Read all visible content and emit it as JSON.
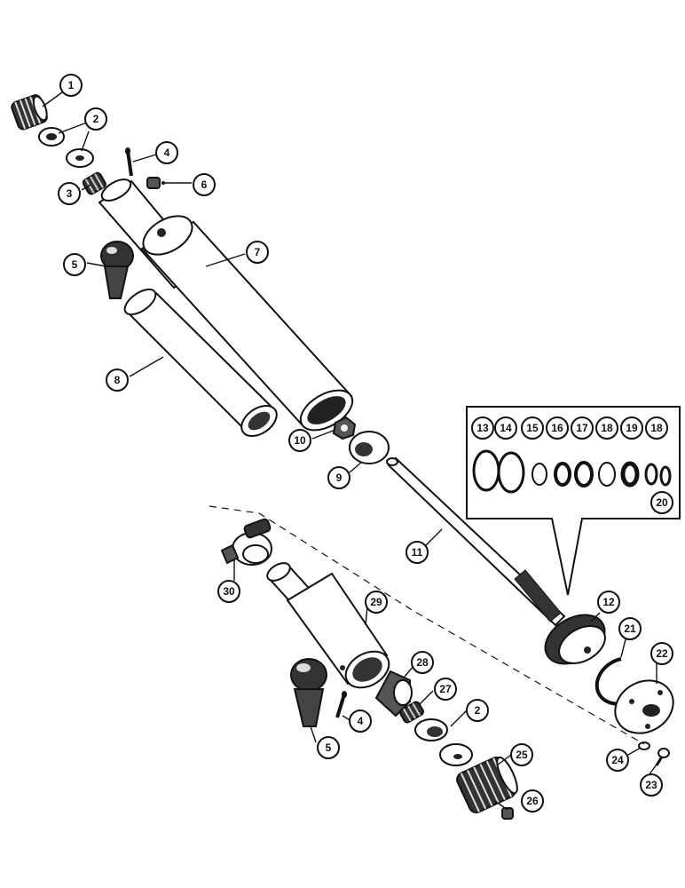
{
  "callouts": [
    {
      "id": "c1",
      "label": "1"
    },
    {
      "id": "c2a",
      "label": "2"
    },
    {
      "id": "c3",
      "label": "3"
    },
    {
      "id": "c4a",
      "label": "4"
    },
    {
      "id": "c5a",
      "label": "5"
    },
    {
      "id": "c6",
      "label": "6"
    },
    {
      "id": "c7",
      "label": "7"
    },
    {
      "id": "c8",
      "label": "8"
    },
    {
      "id": "c9",
      "label": "9"
    },
    {
      "id": "c10",
      "label": "10"
    },
    {
      "id": "c11",
      "label": "11"
    },
    {
      "id": "c12",
      "label": "12"
    },
    {
      "id": "c13",
      "label": "13"
    },
    {
      "id": "c14",
      "label": "14"
    },
    {
      "id": "c15",
      "label": "15"
    },
    {
      "id": "c16",
      "label": "16"
    },
    {
      "id": "c17",
      "label": "17"
    },
    {
      "id": "c18a",
      "label": "18"
    },
    {
      "id": "c19",
      "label": "19"
    },
    {
      "id": "c18b",
      "label": "18"
    },
    {
      "id": "c20",
      "label": "20"
    },
    {
      "id": "c21",
      "label": "21"
    },
    {
      "id": "c22",
      "label": "22"
    },
    {
      "id": "c23",
      "label": "23"
    },
    {
      "id": "c24",
      "label": "24"
    },
    {
      "id": "c25",
      "label": "25"
    },
    {
      "id": "c26",
      "label": "26"
    },
    {
      "id": "c27",
      "label": "27"
    },
    {
      "id": "c28",
      "label": "28"
    },
    {
      "id": "c29",
      "label": "29"
    },
    {
      "id": "c30",
      "label": "30"
    },
    {
      "id": "c2b",
      "label": "2"
    },
    {
      "id": "c4b",
      "label": "4"
    },
    {
      "id": "c5b",
      "label": "5"
    }
  ]
}
